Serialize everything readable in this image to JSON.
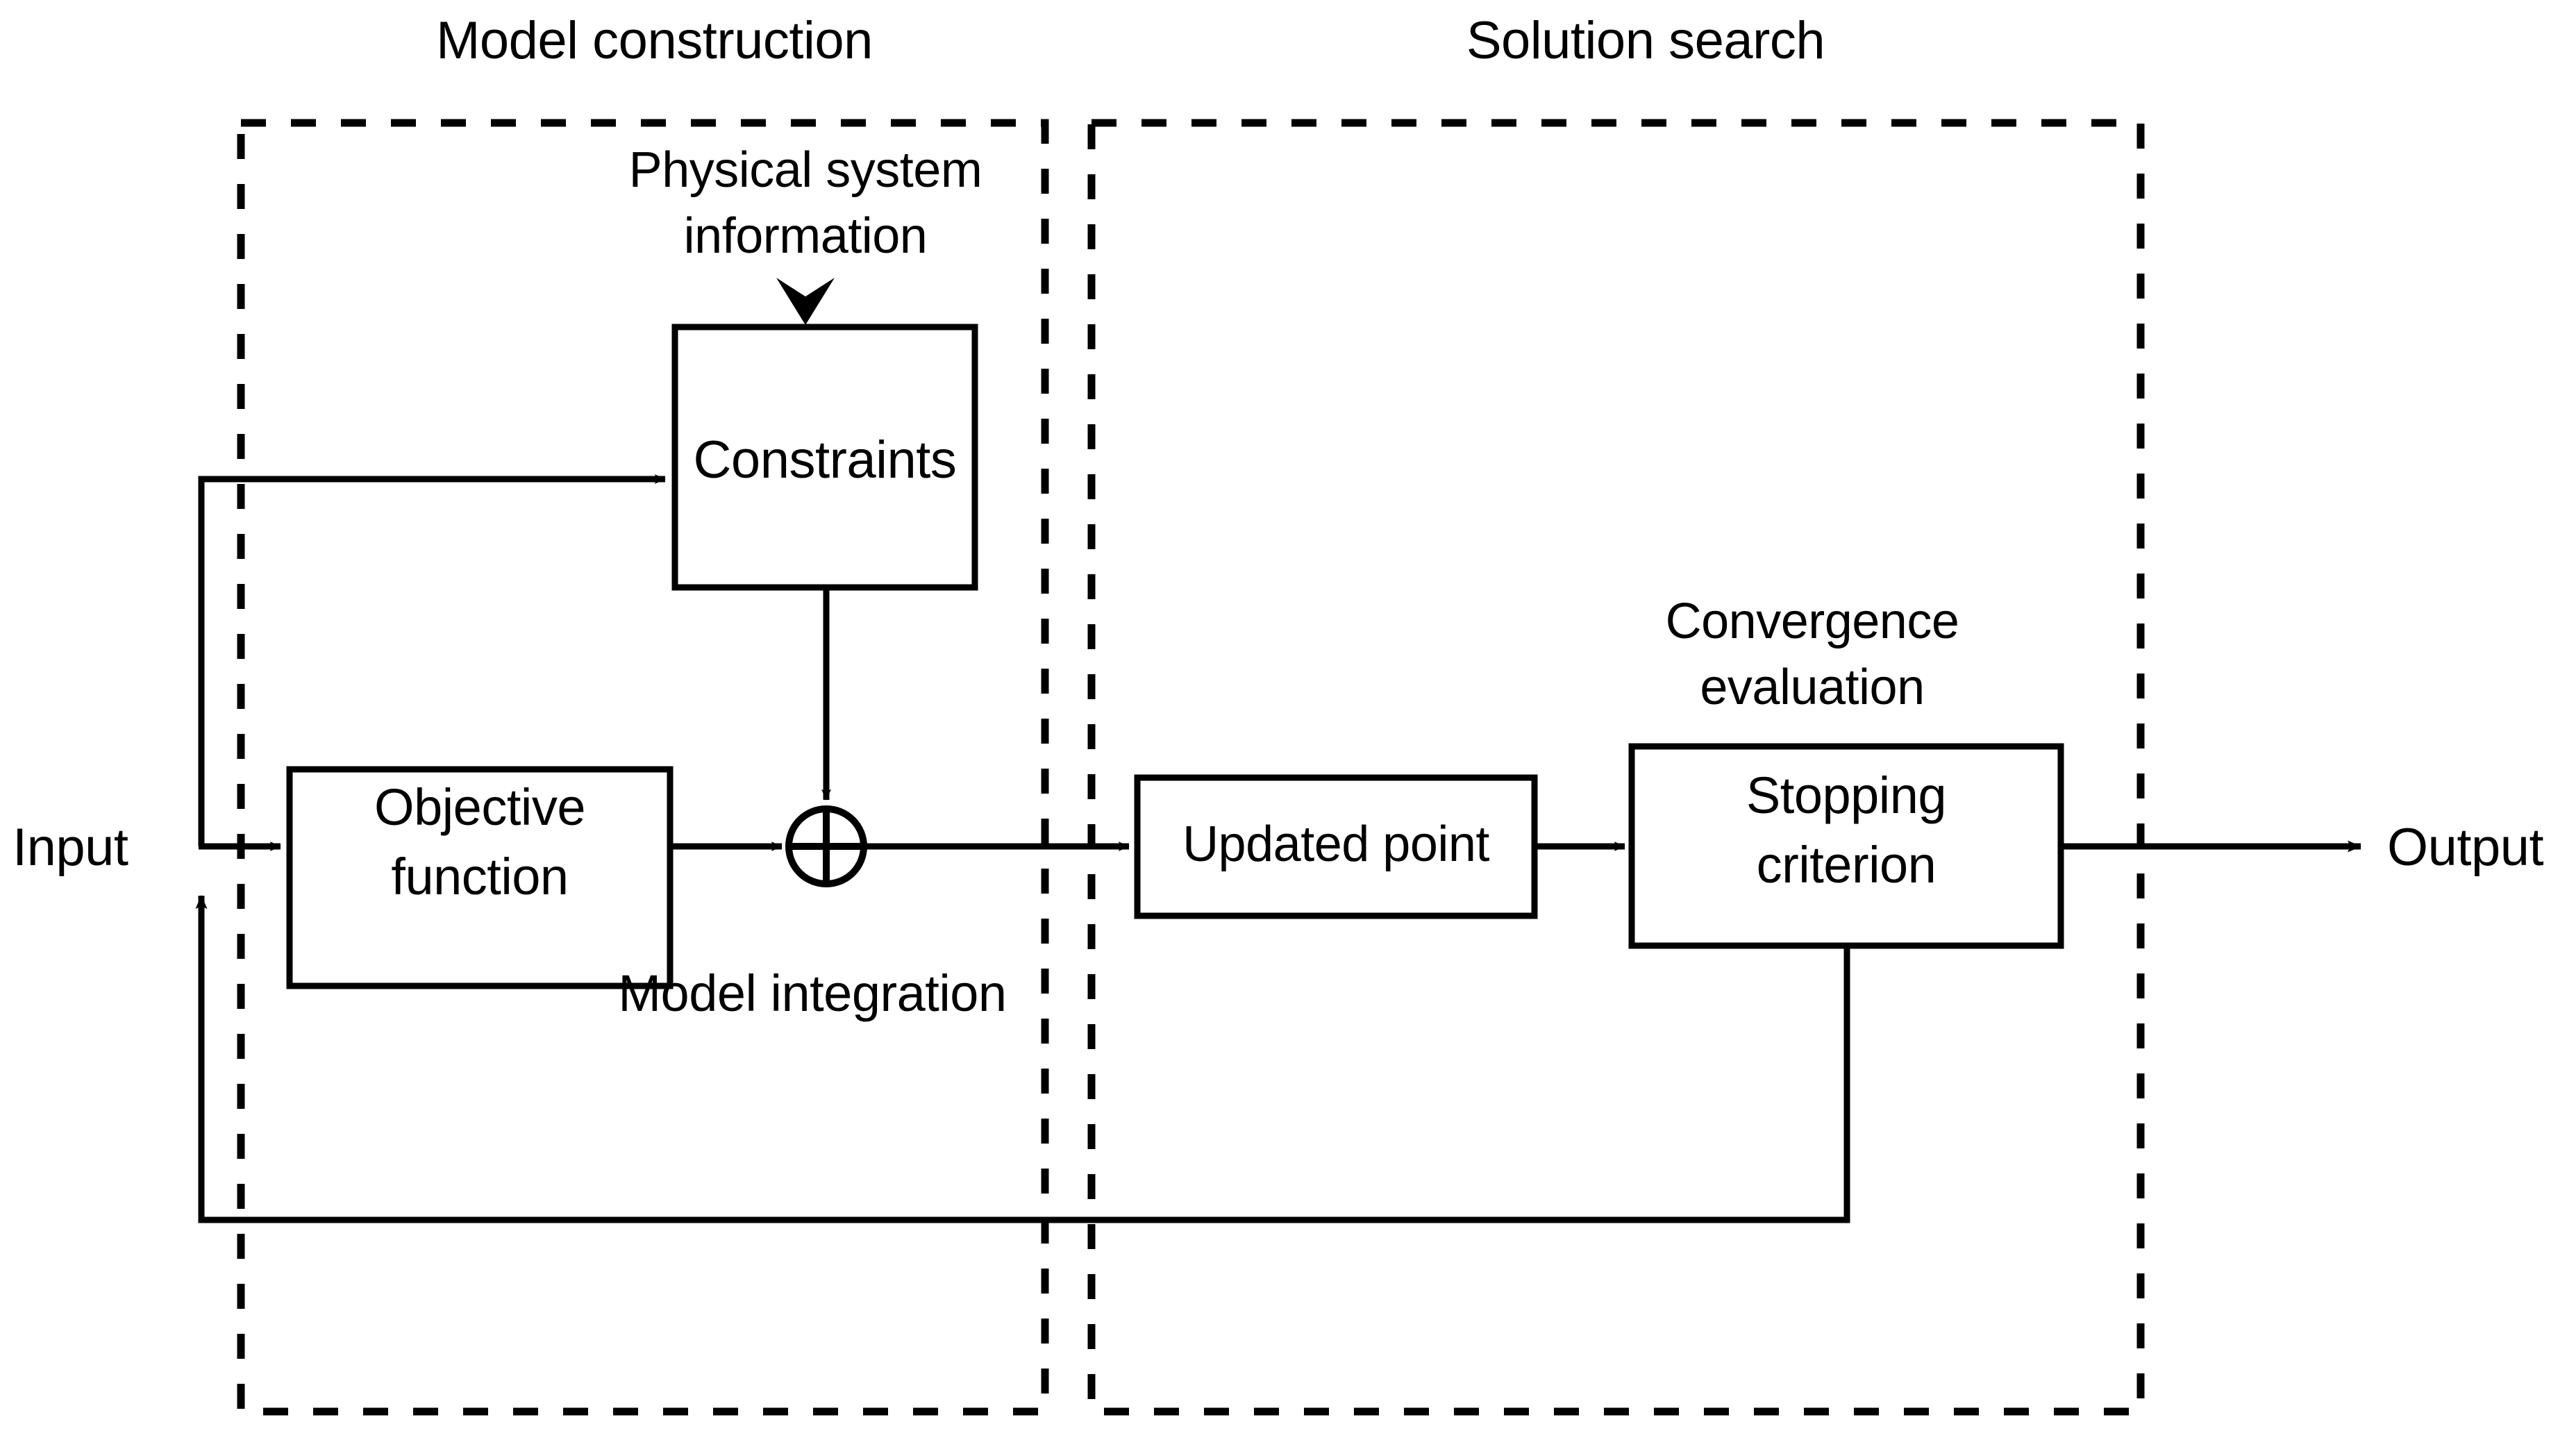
{
  "diagram": {
    "title_type": "optimization-framework-block-diagram",
    "background_color": "#ffffff",
    "line_color": "#000000"
  },
  "groups": [
    {
      "id": "model-construction",
      "label": "Model construction"
    },
    {
      "id": "solution-search",
      "label": "Solution search"
    }
  ],
  "nodes": [
    {
      "id": "constraints",
      "label": "Constraints",
      "shape": "rect"
    },
    {
      "id": "objective-function",
      "label": "Objective\nfunction",
      "line1": "Objective",
      "line2": "function",
      "shape": "rect"
    },
    {
      "id": "model-integration-junction",
      "label": "",
      "shape": "circle-cross"
    },
    {
      "id": "updated-point",
      "label": "Updated point",
      "shape": "rect"
    },
    {
      "id": "stopping-criterion",
      "label": "Stopping\ncriterion",
      "line1": "Stopping",
      "line2": "criterion",
      "shape": "rect"
    }
  ],
  "annotations": {
    "physical_system_information_line1": "Physical system",
    "physical_system_information_line2": "information",
    "model_integration": "Model integration",
    "convergence_evaluation_line1": "Convergence",
    "convergence_evaluation_line2": "evaluation"
  },
  "terminals": {
    "input": "Input",
    "output": "Output"
  },
  "edges": [
    {
      "id": "input-to-objective",
      "from": "input",
      "to": "objective-function",
      "arrow": "right"
    },
    {
      "id": "input-branch-to-constraints",
      "from": "input",
      "to": "constraints",
      "arrow": "right"
    },
    {
      "id": "physical-info-to-constraints",
      "from": "physical-system-information",
      "to": "constraints",
      "arrow": "down"
    },
    {
      "id": "constraints-to-junction",
      "from": "constraints",
      "to": "model-integration-junction",
      "arrow": "down"
    },
    {
      "id": "objective-to-junction",
      "from": "objective-function",
      "to": "model-integration-junction",
      "arrow": "right"
    },
    {
      "id": "junction-to-updated-point",
      "from": "model-integration-junction",
      "to": "updated-point",
      "arrow": "right"
    },
    {
      "id": "updated-point-to-stopping",
      "from": "updated-point",
      "to": "stopping-criterion",
      "arrow": "right"
    },
    {
      "id": "stopping-to-output",
      "from": "stopping-criterion",
      "to": "output",
      "arrow": "right"
    },
    {
      "id": "stopping-feedback-to-input",
      "from": "stopping-criterion",
      "to": "input",
      "arrow": "up"
    }
  ]
}
